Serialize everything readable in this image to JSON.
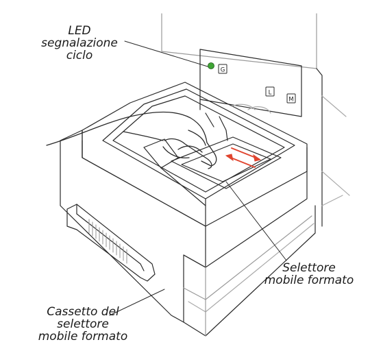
{
  "callouts": {
    "led": {
      "lines": [
        "LED",
        "segnalazione",
        "ciclo"
      ]
    },
    "selettore": {
      "lines": [
        "Selettore",
        "mobile formato"
      ]
    },
    "cassetto": {
      "lines": [
        "Cassetto del",
        "selettore",
        "mobile formato"
      ]
    }
  },
  "panel_buttons": {
    "g": "G",
    "l": "L",
    "m": "M"
  },
  "colors": {
    "line": "#2a2a2a",
    "led": "#3fa535",
    "arrow": "#e0452f"
  },
  "icons": {
    "hand": "hand-icon",
    "led": "led-icon",
    "arrows": "double-arrow-icon"
  }
}
